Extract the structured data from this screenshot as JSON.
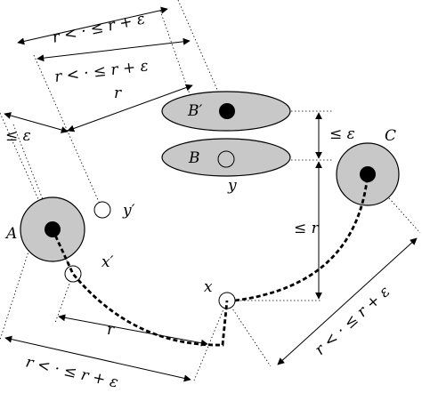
{
  "colors": {
    "background": "#ffffff",
    "region_fill": "#c8c8c8",
    "stroke": "#000000"
  },
  "labels": {
    "A": "A",
    "B": "B",
    "B_prime": "B′",
    "C": "C",
    "x": "x",
    "x_prime": "x′",
    "y": "y",
    "y_prime": "y′"
  },
  "dimensions": {
    "top_range": "r < · ≤ r + ε",
    "second_range": "r < · ≤ r + ε",
    "r_upper": "r",
    "eps_left": "≤ ε",
    "eps_right": "≤ ε",
    "le_r": "≤ r",
    "r_lower": "r",
    "bottom_range": "r < · ≤ r + ε",
    "right_range": "r < · ≤ r + ε"
  }
}
